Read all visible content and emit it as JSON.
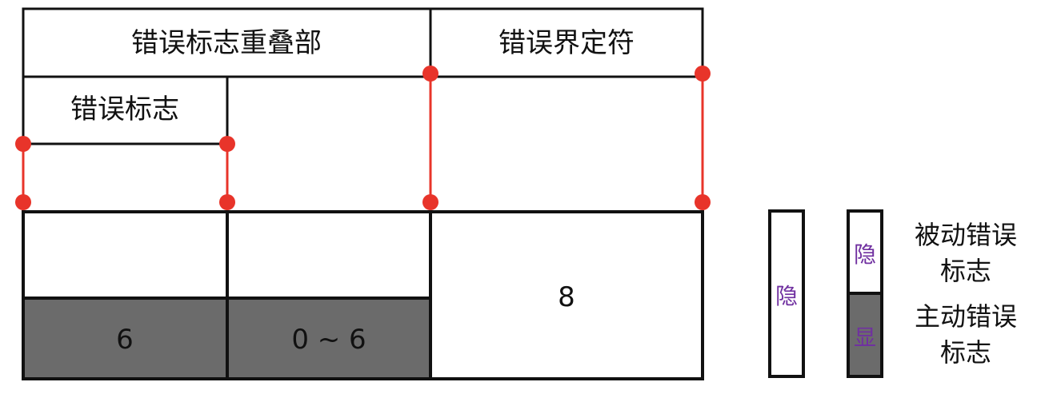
{
  "diagram": {
    "header": {
      "error_flag_overlap": "错误标志重叠部",
      "error_delimiter": "错误界定符",
      "error_flag": "错误标志"
    },
    "bits": {
      "flag_bits": "6",
      "overlap_bits": "0 ~ 6",
      "delimiter_bits": "8"
    },
    "legend": {
      "recessive_char": "隐",
      "dominant_char": "显",
      "passive_label_line1": "被动错误",
      "passive_label_line2": "标志",
      "active_label_line1": "主动错误",
      "active_label_line2": "标志"
    },
    "colors": {
      "dominant_fill": "#6b6b6b",
      "boundary_marker": "#e8342a",
      "legend_char": "#7030a0",
      "border": "#111111"
    }
  }
}
